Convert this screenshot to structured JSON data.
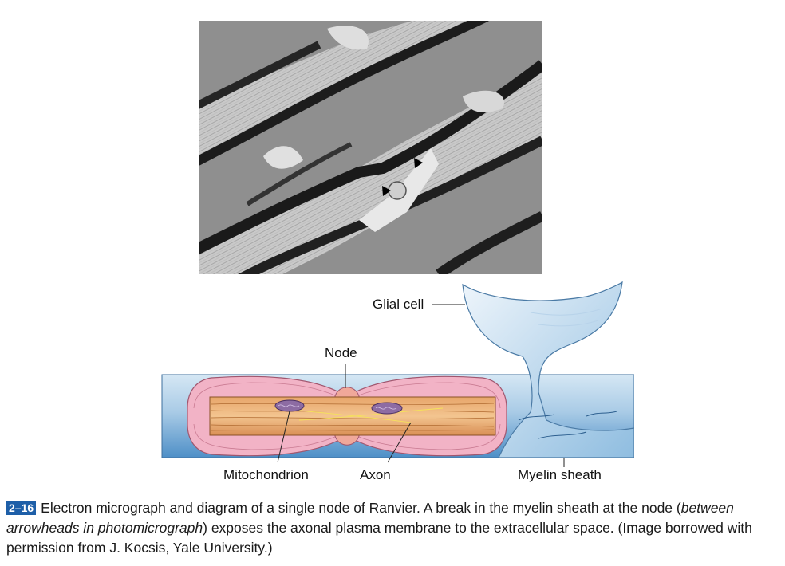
{
  "figure": {
    "number": "2–16",
    "labels": {
      "glial_cell": "Glial cell",
      "node": "Node",
      "mitochondrion": "Mitochondrion",
      "axon": "Axon",
      "myelin_sheath": "Myelin sheath"
    },
    "caption": {
      "part1": "Electron micrograph and diagram of a single node of Ranvier. A break in the myelin sheath at the node (",
      "italic": "between arrowheads in photomicrograph",
      "part2": ") exposes the axonal plasma membrane to the extracellular space. (Image borrowed with permission from J. Kocsis, Yale University.)"
    }
  }
}
